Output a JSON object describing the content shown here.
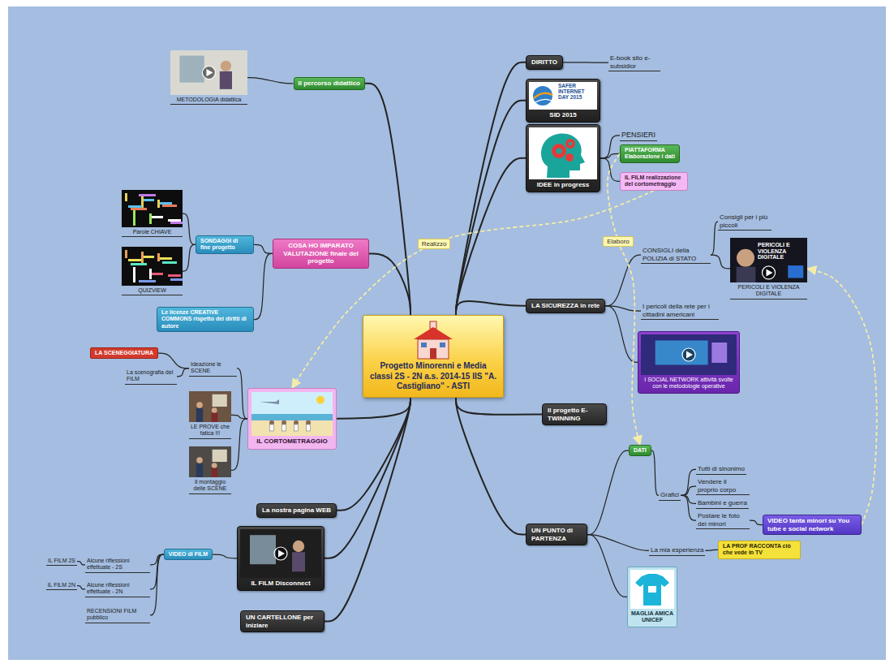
{
  "diagram": {
    "nodes": [
      {
        "text": [
          "Progetto Minorenni e Media classi 2S - 2N a.s. 2014-15 IIS \"A. Castigliano\" - ASTI"
        ]
      },
      {
        "text": [
          "DIRITTO"
        ]
      },
      {
        "text": [
          "E-book sito e-subsidior"
        ]
      },
      {
        "text": [
          "SID 2015"
        ]
      },
      {
        "text": [
          "IDEE in progress"
        ]
      },
      {
        "text": [
          "PENSIERI"
        ]
      },
      {
        "text": [
          "PIATTAFORMA Elaborazione i dati"
        ]
      },
      {
        "text": [
          "IL FILM realizzazione del cortometraggio"
        ]
      },
      {
        "text": [
          "LA SICUREZZA in rete"
        ]
      },
      {
        "text": [
          "CONSIGLI della POLIZIA di STATO"
        ]
      },
      {
        "text": [
          "Consigli per i più piccoli"
        ]
      },
      {
        "text": [
          "PERICOLI E VIOLENZA DIGITALE"
        ]
      },
      {
        "text": [
          "I pericoli della rete per i cittadini americani"
        ]
      },
      {
        "text": [
          "I SOCIAL NETWORK attività svolte con le metodologie operative"
        ]
      },
      {
        "text": [
          "Il progetto E-TWINNING"
        ]
      },
      {
        "text": [
          "UN PUNTO di PARTENZA"
        ]
      },
      {
        "text": [
          "DATI"
        ]
      },
      {
        "text": [
          "Grafici"
        ]
      },
      {
        "text": [
          "Tutti di sinonimo"
        ]
      },
      {
        "text": [
          "Vendere il proprio corpo"
        ]
      },
      {
        "text": [
          "Bambini e guerra"
        ]
      },
      {
        "text": [
          "Postare le foto dei minori"
        ]
      },
      {
        "text": [
          "VIDEO tanta minori su You tube e social network"
        ]
      },
      {
        "text": [
          "La mia esperienza"
        ]
      },
      {
        "text": [
          "LA PROF RACCONTA ciò che vede in TV"
        ]
      },
      {
        "text": [
          "MAGLIA AMICA UNICEF"
        ]
      },
      {
        "text": [
          "Il percorso didattico"
        ]
      },
      {
        "text": [
          "METODOLOGIA didattica"
        ]
      },
      {
        "text": [
          "COSA HO IMPARATO VALUTAZIONE finale del progetto"
        ]
      },
      {
        "text": [
          "SONDAGGI di fine progetto"
        ]
      },
      {
        "text": [
          "Parole CHIAVE"
        ]
      },
      {
        "text": [
          "QUIZVIEW"
        ]
      },
      {
        "text": [
          "Le licenze CREATIVE COMMONS rispetto dei diritti di autore"
        ]
      },
      {
        "text": [
          "IL CORTOMETRAGGIO"
        ]
      },
      {
        "text": [
          "LA SCENEGGIATURA"
        ]
      },
      {
        "text": [
          "Ideazione le SCENE"
        ]
      },
      {
        "text": [
          "La scenografia del FILM"
        ]
      },
      {
        "text": [
          "LE PROVE che fatica !!!"
        ]
      },
      {
        "text": [
          "Il montaggio delle SCENE"
        ]
      },
      {
        "text": [
          "La nostra pagina WEB"
        ]
      },
      {
        "text": [
          "IL FILM Disconnect"
        ]
      },
      {
        "text": [
          "VIDEO di FILM"
        ]
      },
      {
        "text": [
          "IL FILM 2S"
        ]
      },
      {
        "text": [
          "Alcune riflessioni effettuate - 2S"
        ]
      },
      {
        "text": [
          "IL FILM 2N"
        ]
      },
      {
        "text": [
          "Alcune riflessioni effettuate - 2N"
        ]
      },
      {
        "text": [
          "RECENSIONI FILM pubblico"
        ]
      },
      {
        "text": [
          "UN CARTELLONE per iniziare"
        ]
      }
    ],
    "edges": [
      {
        "from": 0,
        "to": 1,
        "arrow": "none"
      },
      {
        "from": 1,
        "to": 2,
        "arrow": "none"
      },
      {
        "from": 0,
        "to": 3,
        "arrow": "none"
      },
      {
        "from": 0,
        "to": 4,
        "arrow": "none"
      },
      {
        "from": 4,
        "to": 5,
        "arrow": "none"
      },
      {
        "from": 4,
        "to": 6,
        "arrow": "none"
      },
      {
        "from": 4,
        "to": 7,
        "arrow": "none"
      },
      {
        "from": 0,
        "to": 8,
        "arrow": "none"
      },
      {
        "from": 8,
        "to": 9,
        "arrow": "none"
      },
      {
        "from": 9,
        "to": 10,
        "arrow": "none"
      },
      {
        "from": 9,
        "to": 11,
        "arrow": "none"
      },
      {
        "from": 8,
        "to": 12,
        "arrow": "none"
      },
      {
        "from": 8,
        "to": 13,
        "arrow": "none"
      },
      {
        "from": 0,
        "to": 14,
        "arrow": "none"
      },
      {
        "from": 0,
        "to": 15,
        "arrow": "none"
      },
      {
        "from": 15,
        "to": 16,
        "arrow": "none"
      },
      {
        "from": 16,
        "to": 17,
        "arrow": "none"
      },
      {
        "from": 17,
        "to": 18,
        "arrow": "none"
      },
      {
        "from": 17,
        "to": 19,
        "arrow": "none"
      },
      {
        "from": 17,
        "to": 20,
        "arrow": "none"
      },
      {
        "from": 17,
        "to": 21,
        "arrow": "none"
      },
      {
        "from": 21,
        "to": 22,
        "arrow": "none"
      },
      {
        "from": 15,
        "to": 23,
        "arrow": "none"
      },
      {
        "from": 23,
        "to": 24,
        "arrow": "none"
      },
      {
        "from": 15,
        "to": 25,
        "arrow": "none"
      },
      {
        "from": 0,
        "to": 26,
        "arrow": "none"
      },
      {
        "from": 26,
        "to": 27,
        "arrow": "none"
      },
      {
        "from": 0,
        "to": 28,
        "arrow": "none"
      },
      {
        "from": 28,
        "to": 29,
        "arrow": "none"
      },
      {
        "from": 29,
        "to": 30,
        "arrow": "none"
      },
      {
        "from": 29,
        "to": 31,
        "arrow": "none"
      },
      {
        "from": 28,
        "to": 32,
        "arrow": "none"
      },
      {
        "from": 0,
        "to": 33,
        "arrow": "none"
      },
      {
        "from": 33,
        "to": 35,
        "arrow": "none"
      },
      {
        "from": 35,
        "to": 34,
        "arrow": "none"
      },
      {
        "from": 35,
        "to": 36,
        "arrow": "none"
      },
      {
        "from": 33,
        "to": 37,
        "arrow": "none"
      },
      {
        "from": 33,
        "to": 38,
        "arrow": "none"
      },
      {
        "from": 0,
        "to": 39,
        "arrow": "none"
      },
      {
        "from": 0,
        "to": 40,
        "arrow": "none"
      },
      {
        "from": 40,
        "to": 41,
        "arrow": "none"
      },
      {
        "from": 41,
        "to": 43,
        "arrow": "none"
      },
      {
        "from": 43,
        "to": 42,
        "arrow": "none"
      },
      {
        "from": 41,
        "to": 45,
        "arrow": "none"
      },
      {
        "from": 45,
        "to": 44,
        "arrow": "none"
      },
      {
        "from": 41,
        "to": 46,
        "arrow": "none"
      },
      {
        "from": 0,
        "to": 47,
        "arrow": "none"
      },
      {
        "from": 7,
        "to": 33,
        "label": "Realizzo",
        "arrow": "to"
      },
      {
        "from": 6,
        "to": 16,
        "label": "Elaboro",
        "arrow": "to"
      },
      {
        "from": 22,
        "to": 11,
        "arrow": "to"
      }
    ],
    "labels": [
      "SAFER INTERNET DAY 2015",
      "PERICOLI E VIOLENZA DIGITALE"
    ]
  }
}
